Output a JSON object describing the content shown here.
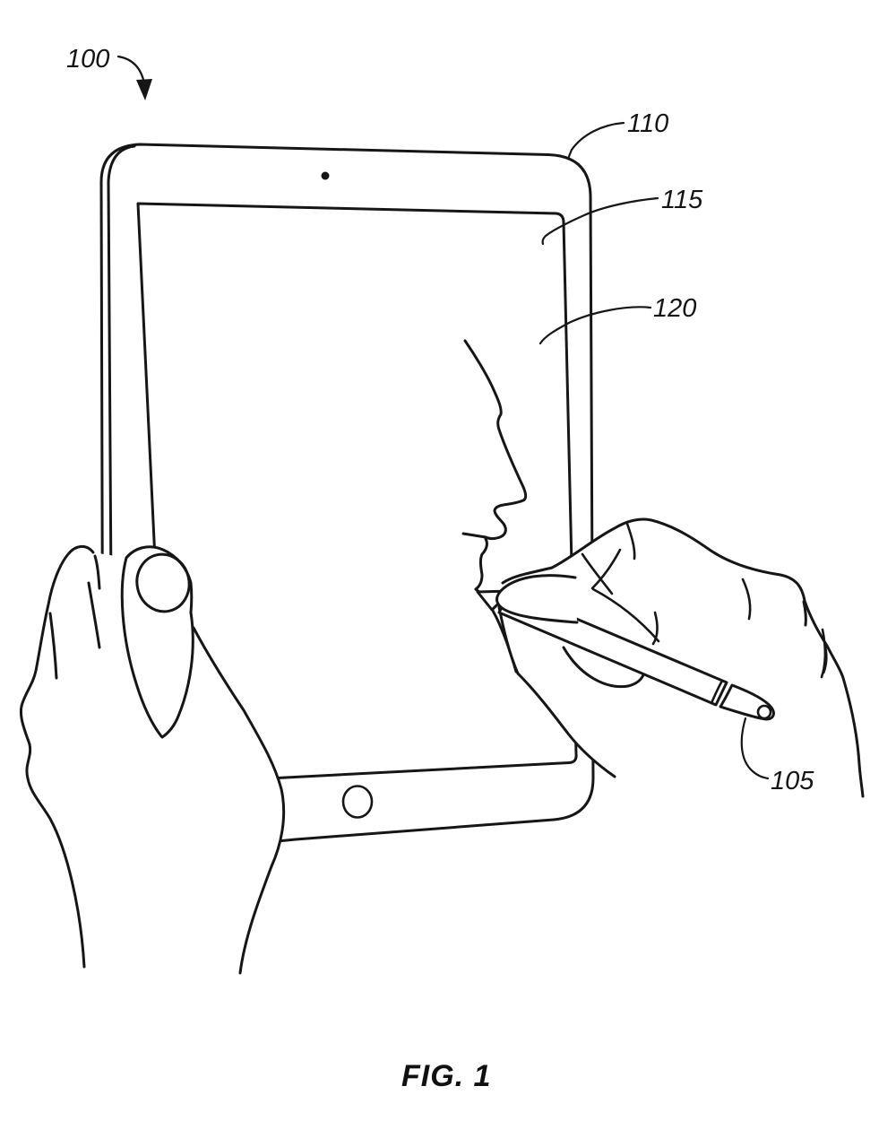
{
  "figure": {
    "caption": "FIG. 1",
    "reference_labels": [
      {
        "text": "100"
      },
      {
        "text": "110"
      },
      {
        "text": "115"
      },
      {
        "text": "120"
      },
      {
        "text": "105"
      }
    ]
  },
  "colors": {
    "line": "#161616",
    "background": "#ffffff"
  }
}
